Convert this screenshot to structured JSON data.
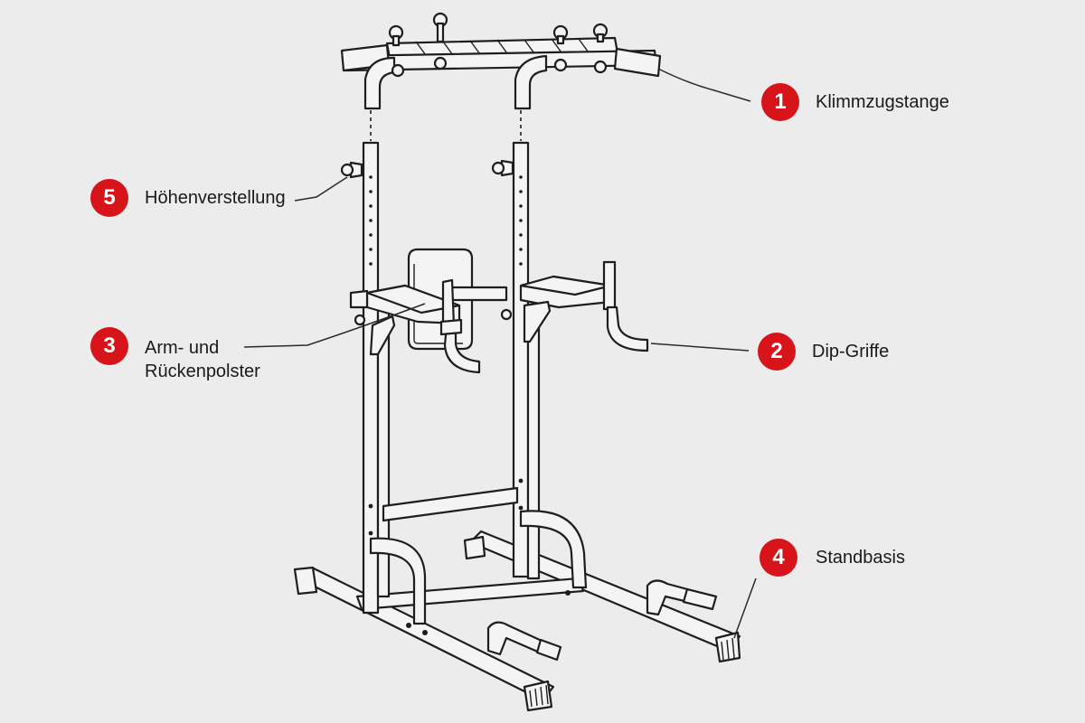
{
  "diagram": {
    "accent_color": "#d7141a",
    "callouts": [
      {
        "number": "1",
        "label": "Klimmzugstange"
      },
      {
        "number": "2",
        "label": "Dip-Griffe"
      },
      {
        "number": "3",
        "label_line1": "Arm- und",
        "label_line2": "Rückenpolster"
      },
      {
        "number": "4",
        "label": "Standbasis"
      },
      {
        "number": "5",
        "label": "Höhenverstellung"
      }
    ]
  }
}
